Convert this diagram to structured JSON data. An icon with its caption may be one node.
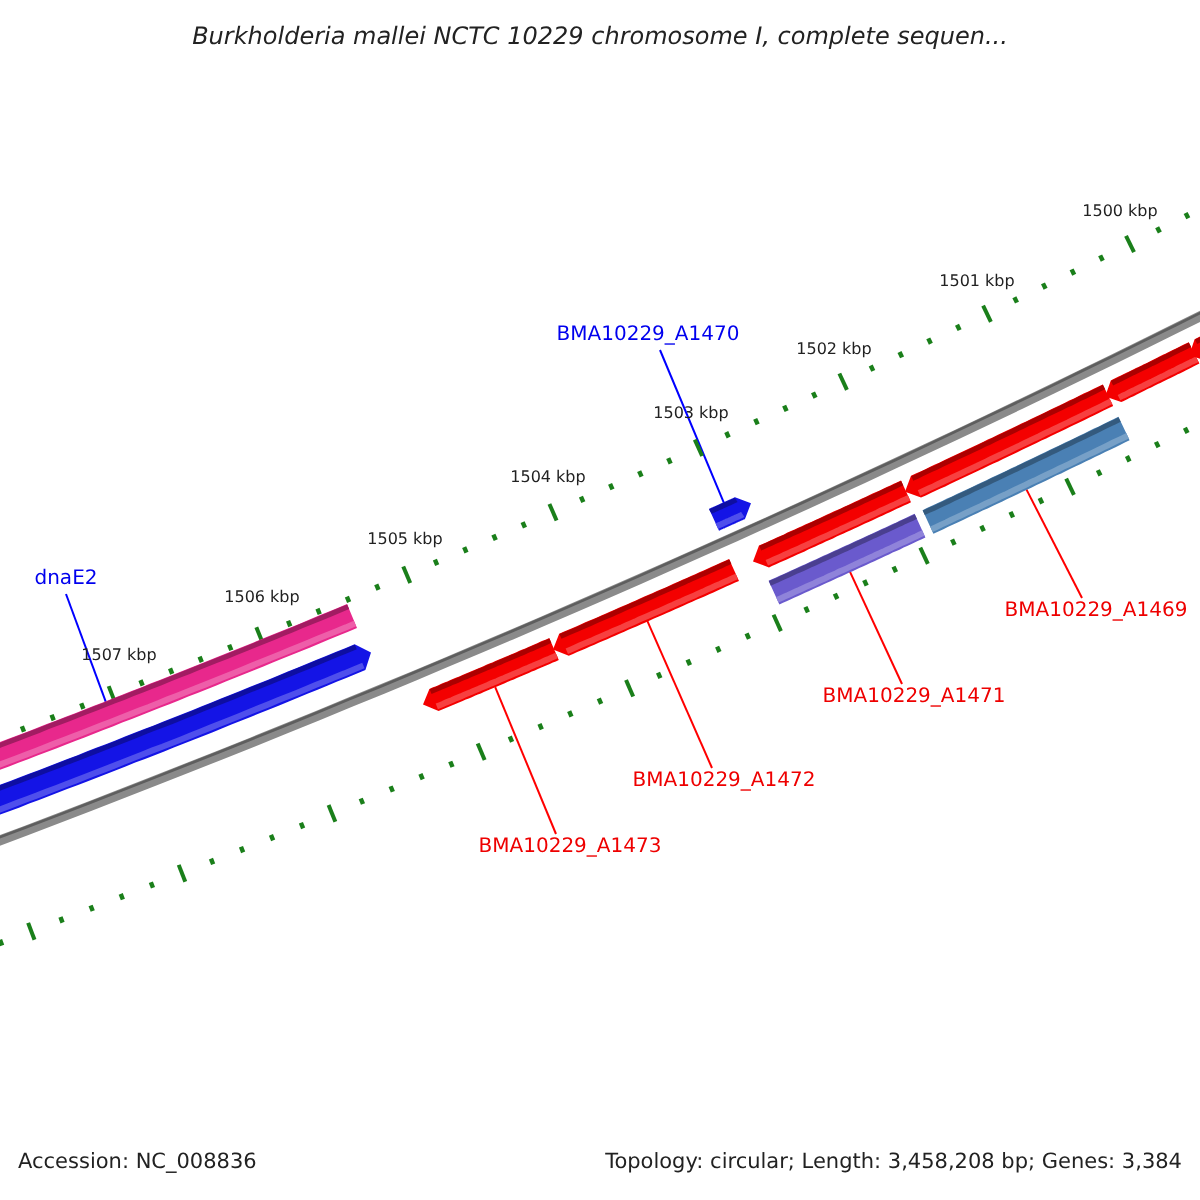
{
  "diagram": {
    "title": "Burkholderia mallei NCTC 10229 chromosome I, complete sequen...",
    "nodes": [
      {
        "text": [
          "dnaE2"
        ]
      },
      {
        "text": [
          "BMA10229_A1470"
        ]
      },
      {
        "text": [
          "BMA10229_A1469"
        ]
      },
      {
        "text": [
          "BMA10229_A1471"
        ]
      },
      {
        "text": [
          "BMA10229_A1472"
        ]
      },
      {
        "text": [
          "BMA10229_A1473"
        ]
      },
      {
        "text": [],
        "shape": "bar"
      },
      {
        "text": [],
        "shape": "bar"
      },
      {
        "text": [],
        "shape": "bar"
      },
      {
        "text": [],
        "shape": "bar"
      },
      {
        "text": [],
        "shape": "bar"
      },
      {
        "text": [],
        "shape": "bar"
      },
      {
        "text": [],
        "shape": "bar"
      },
      {
        "text": [],
        "shape": "bar"
      },
      {
        "text": [],
        "shape": "bar"
      },
      {
        "text": [],
        "shape": "bar"
      },
      {
        "text": [],
        "shape": "bar"
      }
    ],
    "edges": [
      {
        "from": 0,
        "to": 6,
        "arrow": "none",
        "color": "#0000ff"
      },
      {
        "from": 1,
        "to": 10,
        "arrow": "none",
        "color": "#0000ff"
      },
      {
        "from": 2,
        "to": 14,
        "arrow": "none"
      },
      {
        "from": 3,
        "to": 12,
        "arrow": "none"
      },
      {
        "from": 4,
        "to": 9,
        "arrow": "none"
      },
      {
        "from": 5,
        "to": 8,
        "arrow": "none"
      }
    ],
    "labels": [
      "1500 kbp",
      "1501 kbp",
      "1502 kbp",
      "1503 kbp",
      "1504 kbp",
      "1505 kbp",
      "1506 kbp",
      "1507 kbp",
      "Accession: NC_008836",
      "Topology: circular; Length: 3,458,208 bp; Genes: 3,384"
    ]
  }
}
